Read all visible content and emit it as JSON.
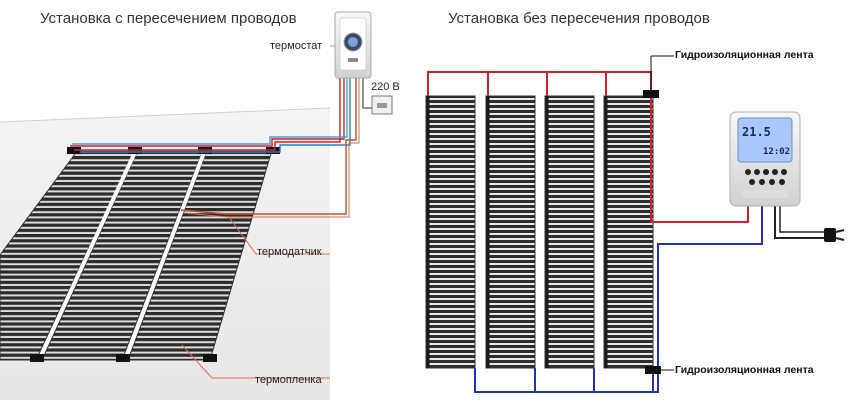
{
  "left": {
    "title": "Установка с пересечением проводов",
    "thermostat_label": "термостат",
    "power_label": "220 В",
    "sensor_label": "термодатчик",
    "film_label": "термопленка"
  },
  "right": {
    "title": "Установка без пересечения проводов",
    "tape_top_label": "Гидроизоляционная лента",
    "tape_bottom_label": "Гидроизоляционная лента",
    "display_temp": "21.5",
    "display_time": "12:02"
  },
  "colors": {
    "phase_wire": "#d62020",
    "neutral_wire": "#2030c0",
    "sensor_wire": "#e07040",
    "film": "#2a2a2a"
  }
}
